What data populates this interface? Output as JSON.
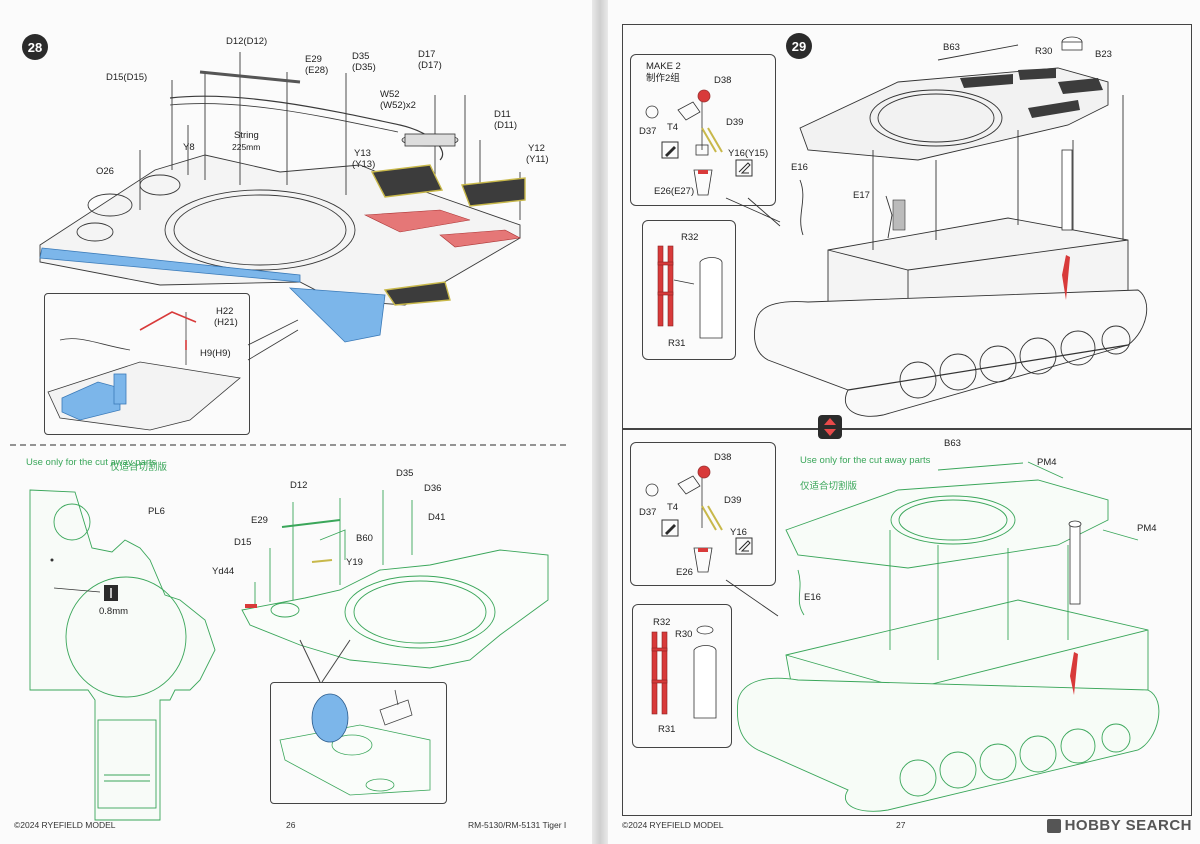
{
  "left_page": {
    "step": "28",
    "labels": {
      "d12": "D12(D12)",
      "d15": "D15(D15)",
      "e29": "E29",
      "e28": "(E28)",
      "d35": "D35",
      "d35b": "(D35)",
      "d17": "D17",
      "d17b": "(D17)",
      "w52": "W52",
      "w52b": "(W52)x2",
      "d11": "D11",
      "d11b": "(D11)",
      "y8": "Y8",
      "string": "String",
      "string_len": "225mm",
      "o26": "O26",
      "y13": "Y13",
      "y13b": "(Y13)",
      "y12": "Y12",
      "y12b": "(Y11)",
      "h22": "H22",
      "h22b": "(H21)",
      "h9": "H9(H9)"
    },
    "cutaway_note": "Use only for the cut away parts",
    "cutaway_note_cn": "仅适合切割版",
    "labels2": {
      "pl6": "PL6",
      "drill": "0.8mm",
      "d12": "D12",
      "e29": "E29",
      "d15": "D15",
      "d35": "D35",
      "d36": "D36",
      "d41": "D41",
      "b60": "B60",
      "y19": "Y19",
      "yd44": "Yd44"
    },
    "footer_left": "©2024 RYEFIELD MODEL",
    "page_number": "26",
    "footer_right": "RM-5130/RM-5131 Tiger I"
  },
  "right_page": {
    "step": "29",
    "make": "MAKE 2",
    "make_cn": "制作2组",
    "labels": {
      "d38": "D38",
      "d37": "D37",
      "t4": "T4",
      "d39": "D39",
      "y16": "Y16(Y15)",
      "e26": "E26(E27)",
      "b63": "B63",
      "r30": "R30",
      "b23": "B23",
      "e16": "E16",
      "e17": "E17",
      "r32": "R32",
      "r31": "R31"
    },
    "cutaway_note": "Use only for the cut away parts",
    "cutaway_note_cn": "仅适合切割版",
    "labels2": {
      "d38": "D38",
      "d37": "D37",
      "t4": "T4",
      "d39": "D39",
      "y16": "Y16",
      "e26": "E26",
      "b63": "B63",
      "pm4a": "PM4",
      "pm4b": "PM4",
      "e16": "E16",
      "r32": "R32",
      "r30": "R30",
      "r31": "R31"
    },
    "footer_left": "©2024 RYEFIELD MODEL",
    "page_number": "27",
    "logo": "HOBBY SEARCH"
  },
  "colors": {
    "green": "#3aa65a",
    "red": "#d83a3a",
    "blue": "#6aaee6",
    "ink": "#2b2b2b"
  }
}
